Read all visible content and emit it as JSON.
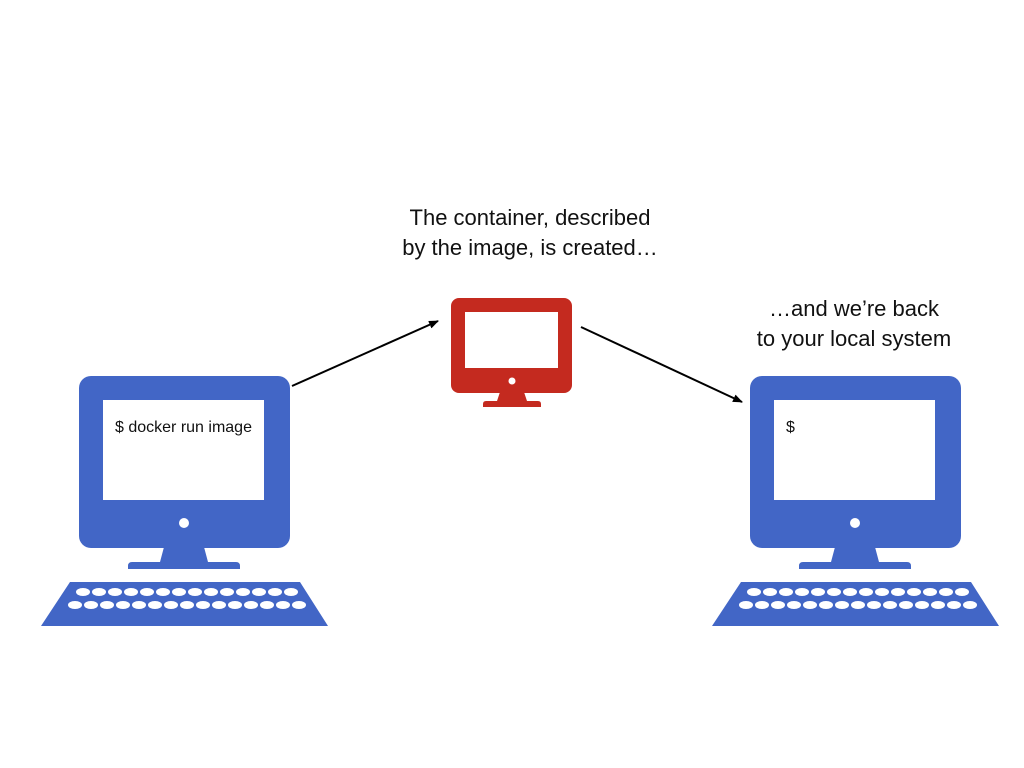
{
  "captions": {
    "container_created": [
      "The container, described",
      "by the image, is created…"
    ],
    "back_to_local": [
      "…and we’re back",
      "to your local system"
    ]
  },
  "terminals": {
    "left_command": "$ docker run image",
    "right_prompt": "$"
  },
  "colors": {
    "local_computer": "#4266C6",
    "container_monitor": "#C42A1F",
    "screen": "#FFFFFF",
    "arrow": "#000000"
  },
  "icons": {
    "left": "desktop-computer-icon",
    "center": "monitor-icon",
    "right": "desktop-computer-icon"
  }
}
